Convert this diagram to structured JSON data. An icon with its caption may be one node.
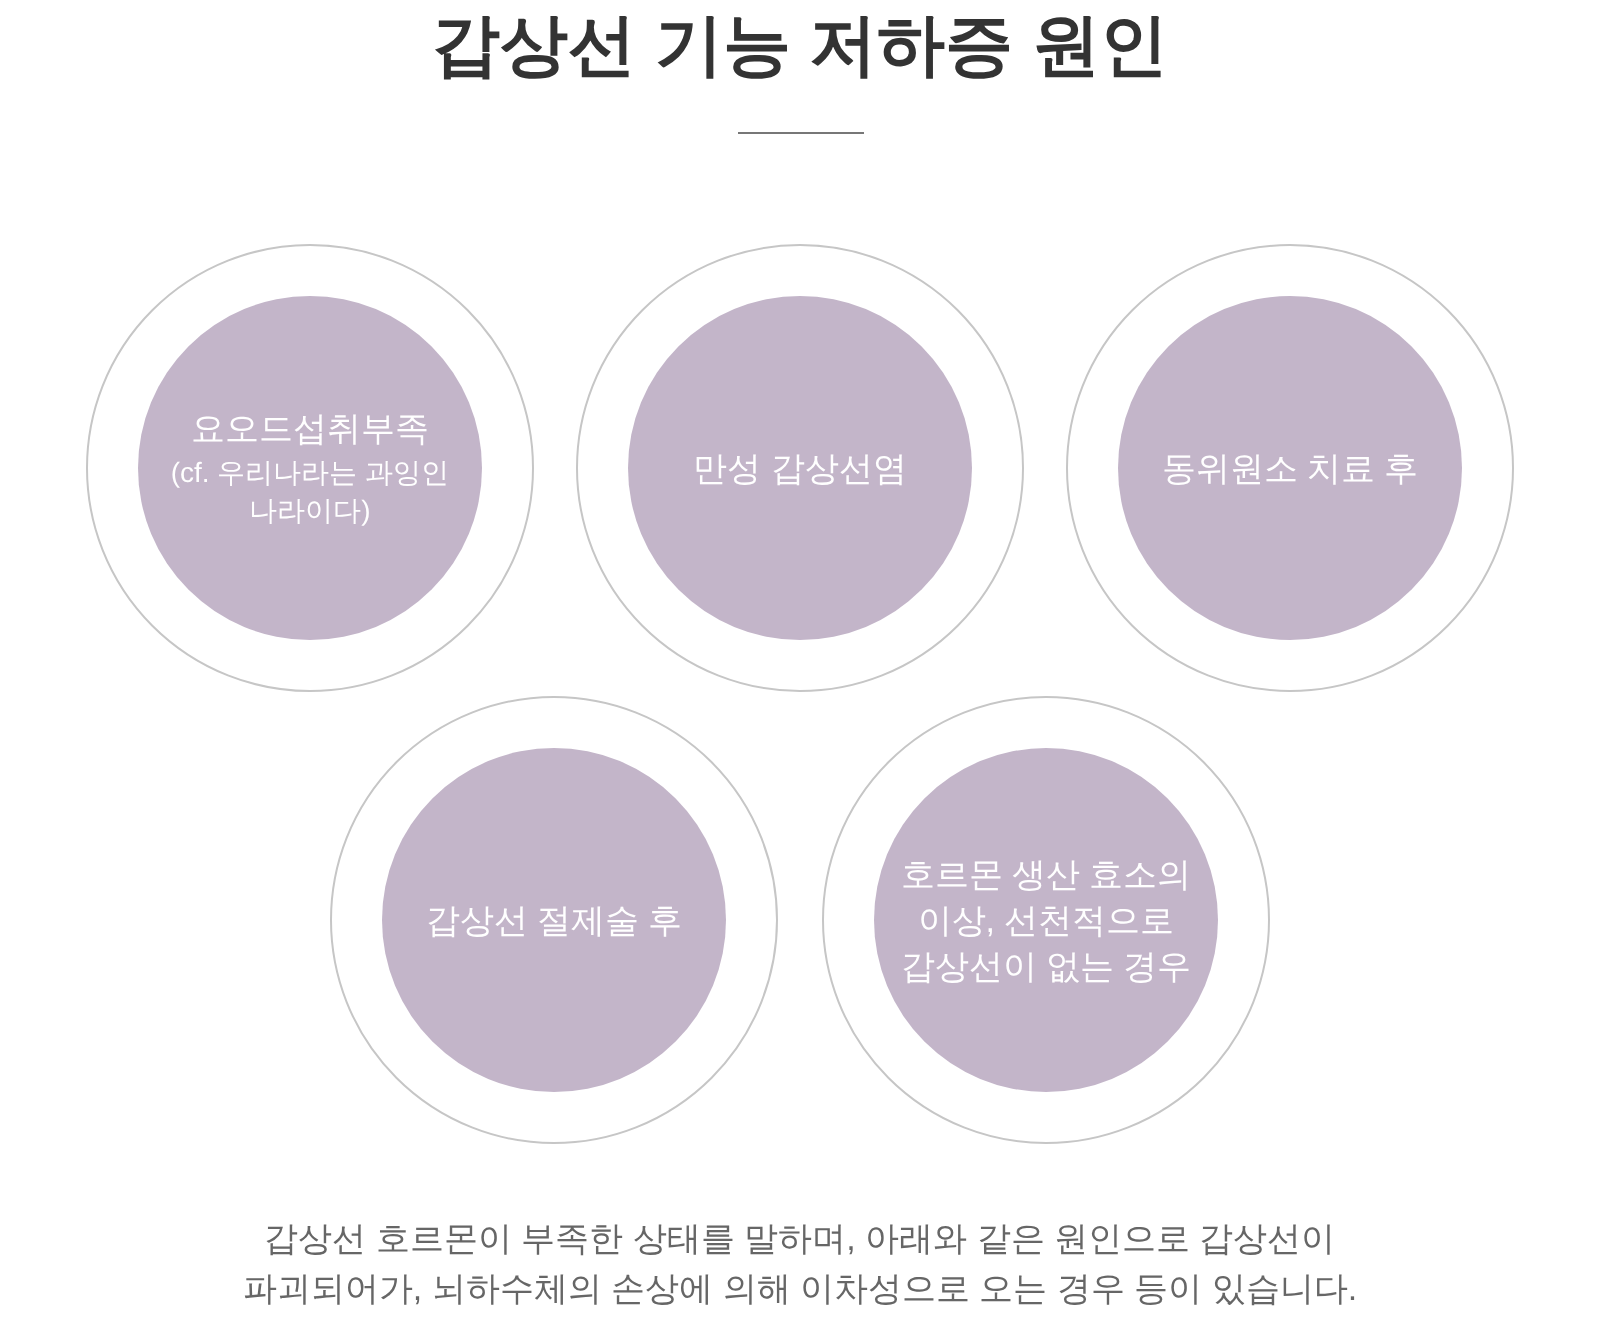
{
  "diagram": {
    "title": "갑상선 기능 저하증 원인",
    "nodes": [
      {
        "text": [
          "요오드섭취부족",
          "(cf. 우리나라는 과잉인 나라이다)"
        ]
      },
      {
        "text": [
          "만성 갑상선염"
        ]
      },
      {
        "text": [
          "동위원소 치료 후"
        ]
      },
      {
        "text": [
          "갑상선 절제술 후"
        ]
      },
      {
        "text": [
          "호르몬 생산 효소의 이상, 선천적으로 갑상선이 없는 경우"
        ]
      }
    ],
    "caption": "갑상선 호르몬이 부족한 상태를 말하며, 아래와 같은 원인으로 갑상선이 파괴되어가, 뇌하수체의 손상에 의해 이차성으로 오는 경우 등이 있습니다."
  }
}
